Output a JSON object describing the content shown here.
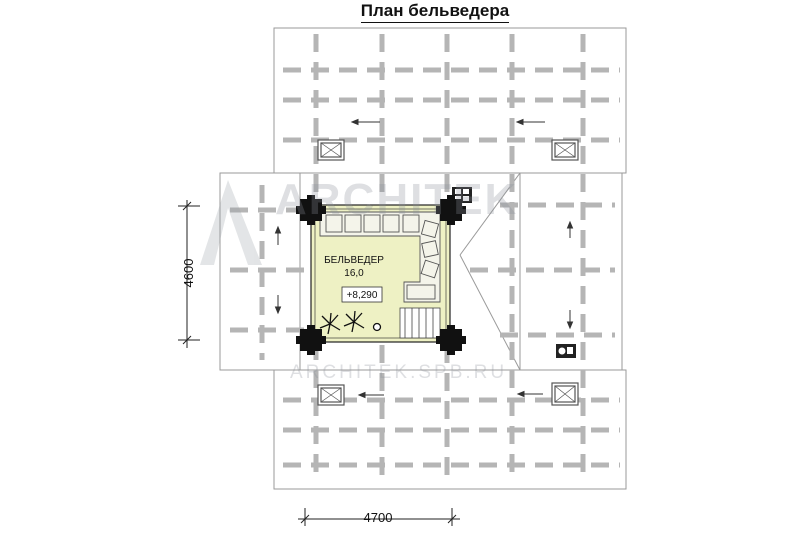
{
  "plan": {
    "title": "План бельведера",
    "room": {
      "name": "БЕЛЬВЕДЕР",
      "area": "16,0",
      "level": "+8,290",
      "fill_color": "#eef1c4"
    },
    "dimensions": {
      "width": "4700",
      "height": "4600"
    },
    "watermark": {
      "logo_text": "ARCHITEK",
      "url_text": "ARCHITEK.SPB.RU"
    }
  }
}
